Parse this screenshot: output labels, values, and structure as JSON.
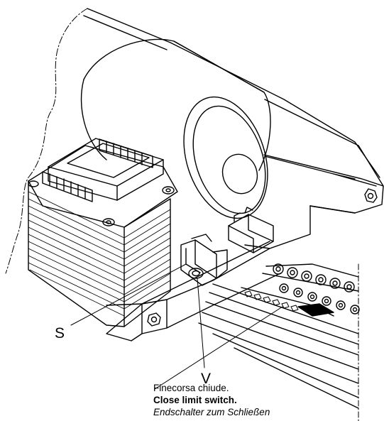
{
  "labels": {
    "s": "S",
    "v": "V"
  },
  "caption": {
    "italian": "Finecorsa chiude.",
    "english": "Close limit switch.",
    "german": "Endschalter zum Schließen"
  },
  "colors": {
    "line": "#000000",
    "background": "#ffffff"
  }
}
